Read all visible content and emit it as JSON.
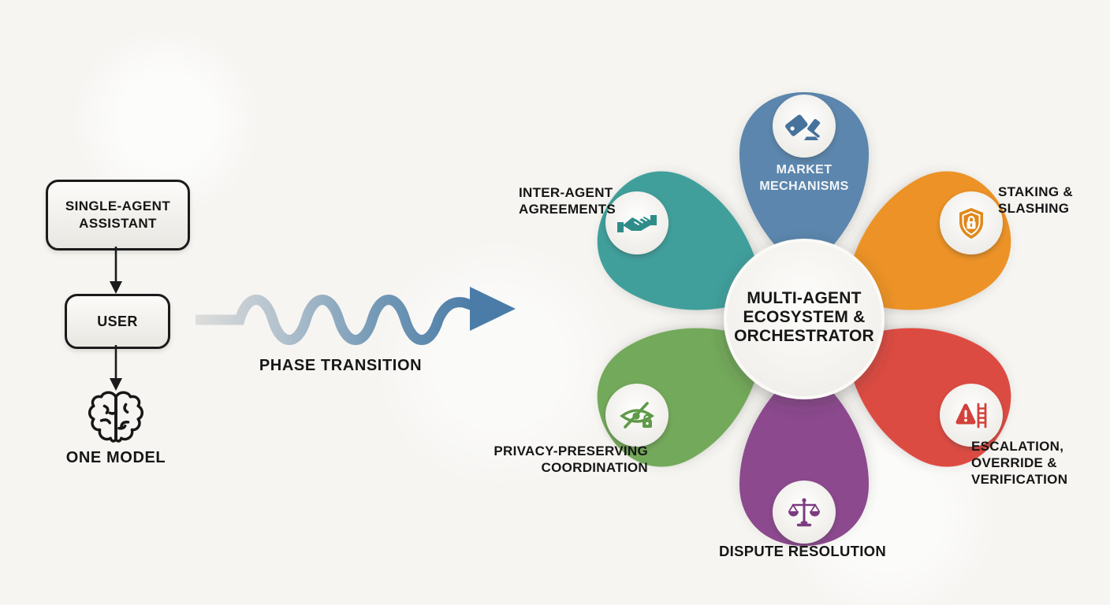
{
  "colors": {
    "background": "#f6f5f2",
    "text_dark": "#161616",
    "box_border": "#1b1b1b",
    "hub_fill": "#f2f0ec",
    "arrow_gradient_start": "#dddddb",
    "arrow_gradient_end": "#4b7ca8"
  },
  "single_agent_flow": {
    "assistant_box": {
      "lines": [
        "SINGLE-AGENT",
        "ASSISTANT"
      ]
    },
    "user_box": {
      "label": "USER"
    },
    "model": {
      "label": "ONE MODEL",
      "icon": "brain-icon"
    }
  },
  "transition": {
    "label": "PHASE TRANSITION",
    "icon": "wavy-arrow-icon"
  },
  "hub": {
    "lines": [
      "MULTI-AGENT",
      "ECOSYSTEM &",
      "ORCHESTRATOR"
    ]
  },
  "petals": [
    {
      "id": "market-mechanisms",
      "angle_deg": 0,
      "color": "#5b86ad",
      "icon": "auction-tag-gavel-icon",
      "icon_color": "#46729b",
      "label_lines": [
        "MARKET",
        "MECHANISMS"
      ],
      "label_placement": "inside",
      "label_color": "#f3f5f7"
    },
    {
      "id": "staking-slashing",
      "angle_deg": 60,
      "color": "#ec9227",
      "icon": "shield-lock-icon",
      "icon_color": "#e0881c",
      "label_lines": [
        "STAKING &",
        "SLASHING"
      ],
      "label_placement": "outside-right",
      "label_color": "#161616"
    },
    {
      "id": "escalation-override-verification",
      "angle_deg": 120,
      "color": "#dc4b42",
      "icon": "warning-ladder-icon",
      "icon_color": "#d2423a",
      "label_lines": [
        "ESCALATION,",
        "OVERRIDE &",
        "VERIFICATION"
      ],
      "label_placement": "outside-right",
      "label_color": "#161616"
    },
    {
      "id": "dispute-resolution",
      "angle_deg": 180,
      "color": "#8c4a8e",
      "icon": "justice-scales-icon",
      "icon_color": "#7c3c80",
      "label_lines": [
        "DISPUTE RESOLUTION"
      ],
      "label_placement": "outside-bottom",
      "label_color": "#161616"
    },
    {
      "id": "privacy-preserving-coordination",
      "angle_deg": 240,
      "color": "#73a95a",
      "icon": "eye-slash-lock-icon",
      "icon_color": "#5f9a48",
      "label_lines": [
        "PRIVACY-PRESERVING",
        "COORDINATION"
      ],
      "label_placement": "outside-left",
      "label_color": "#161616"
    },
    {
      "id": "inter-agent-agreements",
      "angle_deg": 300,
      "color": "#3f9f9b",
      "icon": "handshake-icon",
      "icon_color": "#2e8d89",
      "label_lines": [
        "INTER-AGENT",
        "AGREEMENTS"
      ],
      "label_placement": "outside-left",
      "label_color": "#161616"
    }
  ]
}
